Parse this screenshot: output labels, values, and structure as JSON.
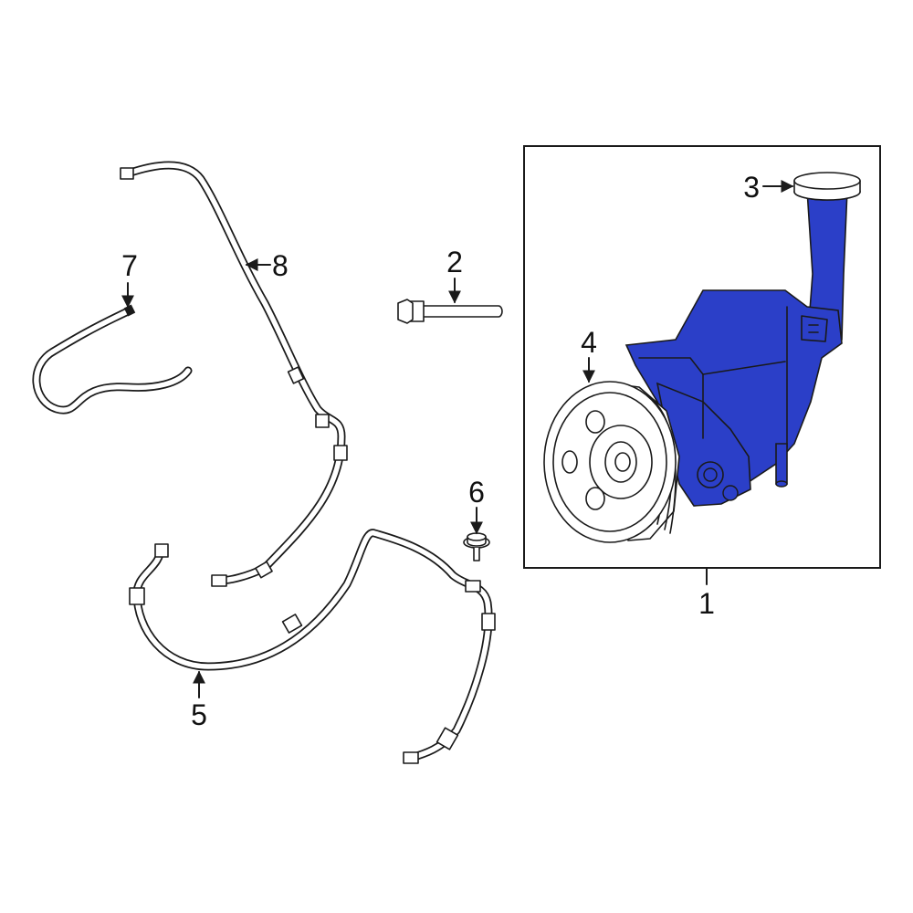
{
  "callouts": {
    "c1": "1",
    "c2": "2",
    "c3": "3",
    "c4": "4",
    "c5": "5",
    "c6": "6",
    "c7": "7",
    "c8": "8"
  },
  "colors": {
    "highlight": "#2b3fc8",
    "line": "#1a1a1a",
    "background": "#ffffff"
  }
}
